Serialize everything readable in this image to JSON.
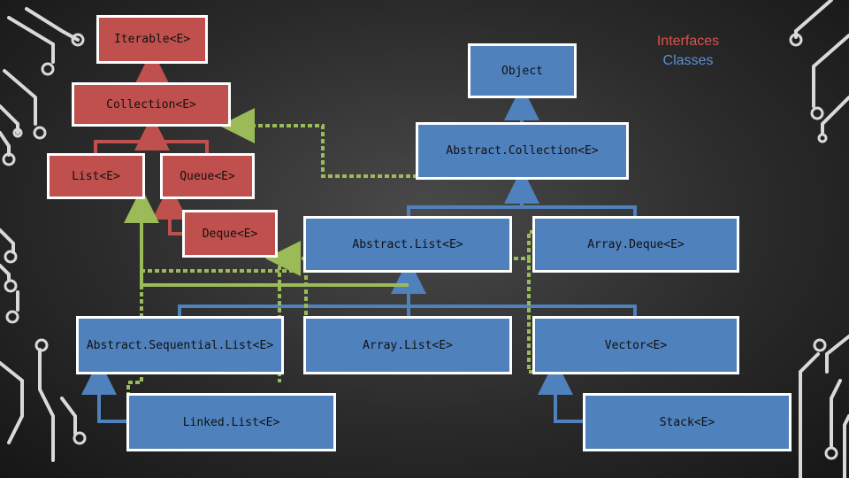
{
  "legend": {
    "interfaces": "Interfaces",
    "classes": "Classes"
  },
  "nodes": {
    "iterable": "Iterable<E>",
    "object": "Object",
    "collection": "Collection<E>",
    "abstract_collection": "Abstract.Collection<E>",
    "list": "List<E>",
    "queue": "Queue<E>",
    "deque": "Deque<E>",
    "abstract_list": "Abstract.List<E>",
    "array_deque": "Array.Deque<E>",
    "abstract_sequential_list": "Abstract.Sequential.List<E>",
    "array_list": "Array.List<E>",
    "vector": "Vector<E>",
    "linked_list": "Linked.List<E>",
    "stack": "Stack<E>"
  },
  "colors": {
    "interface": "#c0504d",
    "class": "#4f81bd",
    "implements": "#9bbb59",
    "border": "#ffffff"
  }
}
